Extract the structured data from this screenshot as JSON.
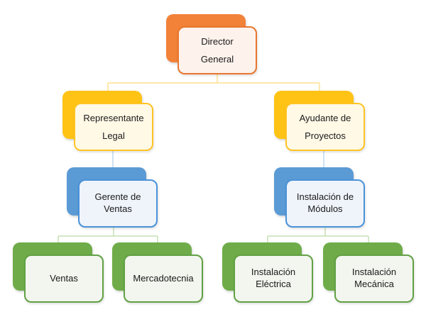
{
  "org_chart": {
    "type": "organization-chart",
    "background": "#FFFFFF",
    "text_color": "#1A1A1A",
    "palette": {
      "orange": {
        "back": "#F28238",
        "border": "#E8772F",
        "fill": "#FDF2EC"
      },
      "yellow": {
        "back": "#FFC316",
        "border": "#FFC425",
        "fill": "#FFF9E6",
        "line": "#FFE18F"
      },
      "blue": {
        "back": "#5B9BD5",
        "border": "#4B92D9",
        "fill": "#EFF4FB",
        "line": "#BDD7EE"
      },
      "green": {
        "back": "#6FAC49",
        "border": "#61A144",
        "fill": "#F2F6EE",
        "line": "#C6E0B4"
      }
    },
    "nodes": {
      "director_general": {
        "label": "Director\nGeneral",
        "level": 1,
        "theme": "orange"
      },
      "representante_legal": {
        "label": "Representante\nLegal",
        "level": 2,
        "theme": "yellow"
      },
      "ayudante_de_proyectos": {
        "label": "Ayudante de\nProyectos",
        "level": 2,
        "theme": "yellow"
      },
      "gerente_de_ventas": {
        "label": "Gerente de\nVentas",
        "level": 3,
        "theme": "blue"
      },
      "instalacion_de_modulos": {
        "label": "Instalación de\nMódulos",
        "level": 3,
        "theme": "blue"
      },
      "ventas": {
        "label": "Ventas",
        "level": 4,
        "theme": "green"
      },
      "mercadotecnia": {
        "label": "Mercadotecnia",
        "level": 4,
        "theme": "green"
      },
      "instalacion_electrica": {
        "label": "Instalación\nEléctrica",
        "level": 4,
        "theme": "green"
      },
      "instalacion_mecanica": {
        "label": "Instalación\nMecánica",
        "level": 4,
        "theme": "green"
      }
    },
    "edges": [
      {
        "from": "director_general",
        "to": "representante_legal"
      },
      {
        "from": "director_general",
        "to": "ayudante_de_proyectos"
      },
      {
        "from": "representante_legal",
        "to": "gerente_de_ventas"
      },
      {
        "from": "ayudante_de_proyectos",
        "to": "instalacion_de_modulos"
      },
      {
        "from": "gerente_de_ventas",
        "to": "ventas"
      },
      {
        "from": "gerente_de_ventas",
        "to": "mercadotecnia"
      },
      {
        "from": "instalacion_de_modulos",
        "to": "instalacion_electrica"
      },
      {
        "from": "instalacion_de_modulos",
        "to": "instalacion_mecanica"
      }
    ]
  }
}
